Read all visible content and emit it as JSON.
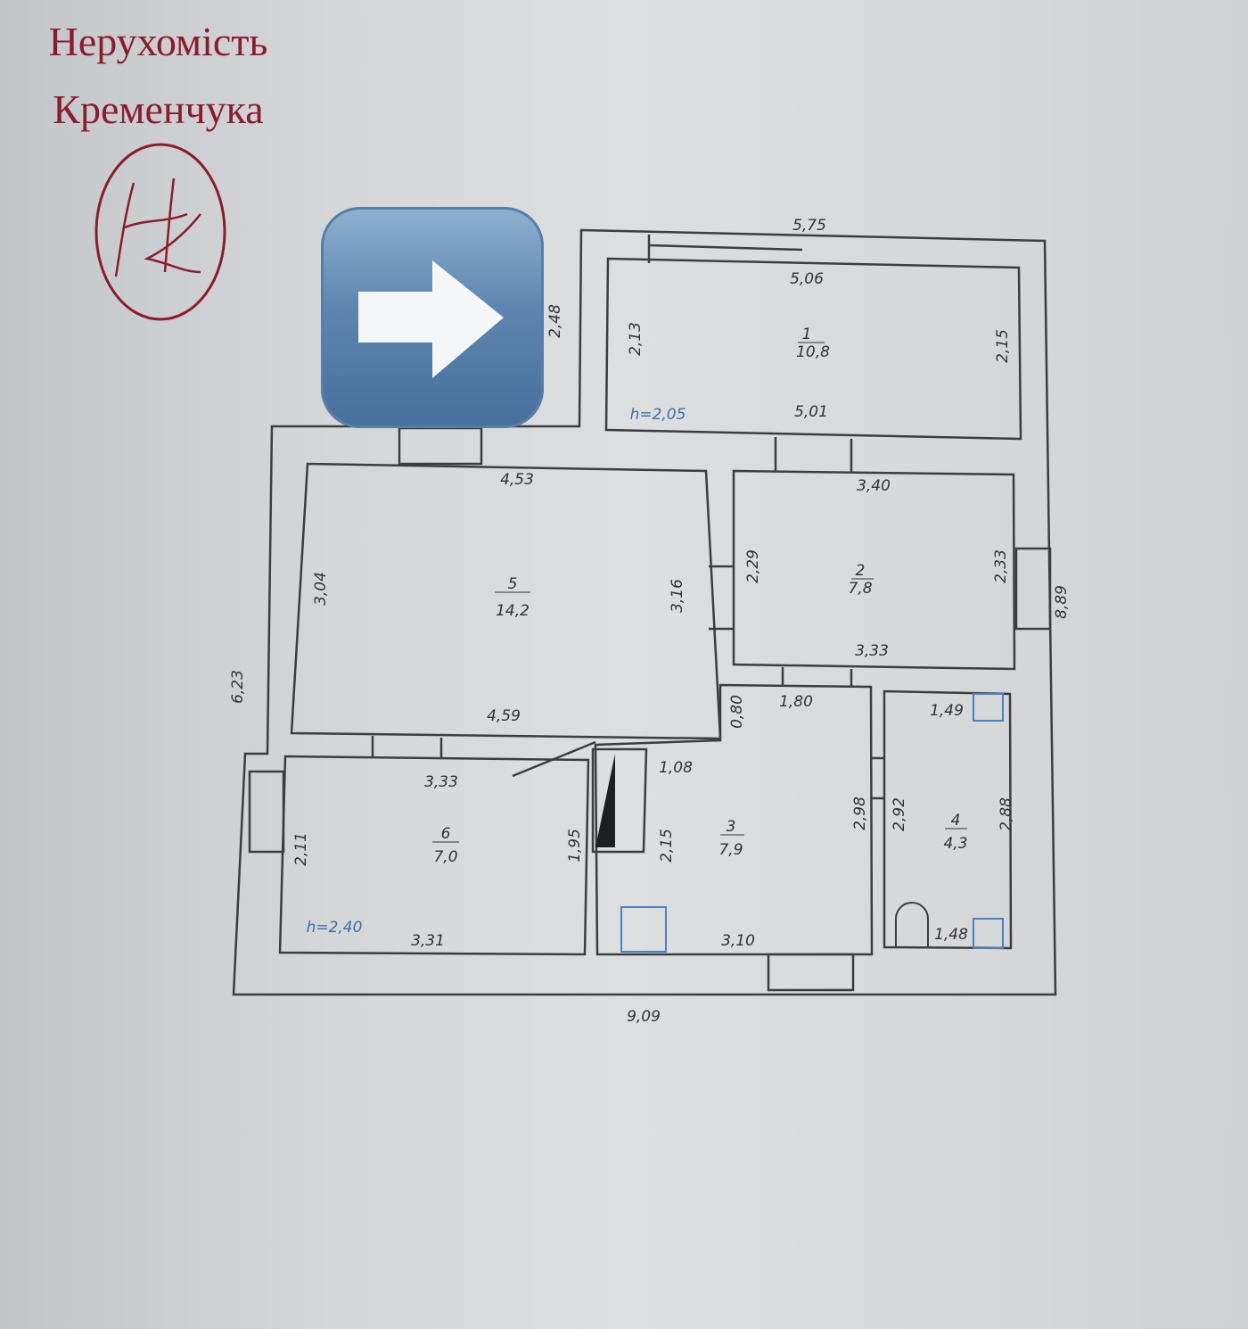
{
  "logo": {
    "line1": "Нерухомість",
    "line2": "Кременчука",
    "monogram": "НК",
    "color": "#8b1c2c"
  },
  "arrow_button": {
    "icon": "right-arrow-icon",
    "color": "#5e86b0"
  },
  "rooms": [
    {
      "number": "1",
      "area": "10,8"
    },
    {
      "number": "2",
      "area": "7,8"
    },
    {
      "number": "3",
      "area": "7,9"
    },
    {
      "number": "4",
      "area": "4,3"
    },
    {
      "number": "5",
      "area": "14,2"
    },
    {
      "number": "6",
      "area": "7,0"
    }
  ],
  "heights": {
    "top": "h=2,05",
    "bottom": "h=2,40"
  },
  "dimensions": {
    "outer_top": "5,75",
    "outer_bottom": "9,09",
    "outer_left": "6,23",
    "outer_right": "8,89",
    "entry_left": "2,48",
    "r1_top": "5,06",
    "r1_bottom": "5,01",
    "r1_left": "2,13",
    "r1_right": "2,15",
    "r2_top": "3,40",
    "r2_bottom": "3,33",
    "r2_left": "2,29",
    "r2_right": "2,33",
    "r5_top": "4,53",
    "r5_bottom": "4,59",
    "r5_left": "3,04",
    "r5_right": "3,16",
    "r6_top": "3,33",
    "r6_bottom": "3,31",
    "r6_left": "2,11",
    "r6_right": "1,95",
    "r3_top": "1,80",
    "r3_notch_v": "0,80",
    "r3_notch_h": "1,08",
    "r3_left": "2,15",
    "r3_right": "2,98",
    "r3_bottom": "3,10",
    "r4_top": "1,49",
    "r4_bottom": "1,48",
    "r4_left": "2,92",
    "r4_right": "2,88"
  }
}
